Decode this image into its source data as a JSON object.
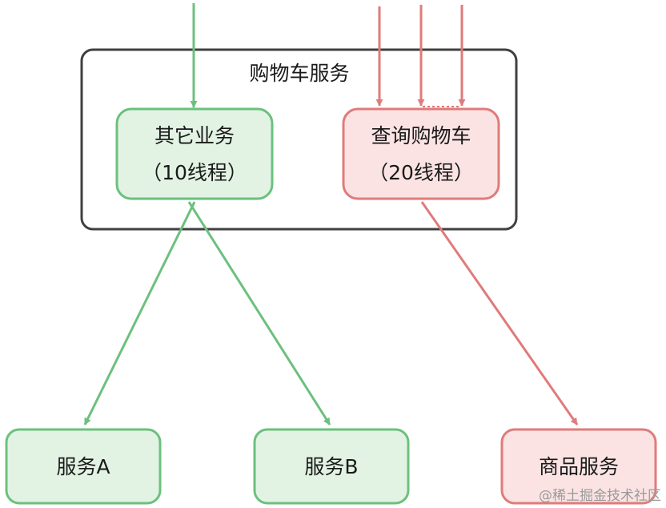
{
  "diagram": {
    "container": {
      "title": "购物车服务"
    },
    "nodes": {
      "other_business": {
        "line1": "其它业务",
        "line2": "（10线程）",
        "color": "#5cb86d"
      },
      "query_cart": {
        "line1": "查询购物车",
        "line2": "（20线程）",
        "color": "#e07777"
      },
      "service_a": {
        "label": "服务A"
      },
      "service_b": {
        "label": "服务B"
      },
      "product_service": {
        "label": "商品服务"
      }
    },
    "colors": {
      "green_stroke": "#6cc07e",
      "green_fill": "#e2f3e4",
      "red_stroke": "#e07b7b",
      "red_fill": "#fbe3e3",
      "container_stroke": "#404040"
    },
    "watermark": "@稀土掘金技术社区"
  }
}
